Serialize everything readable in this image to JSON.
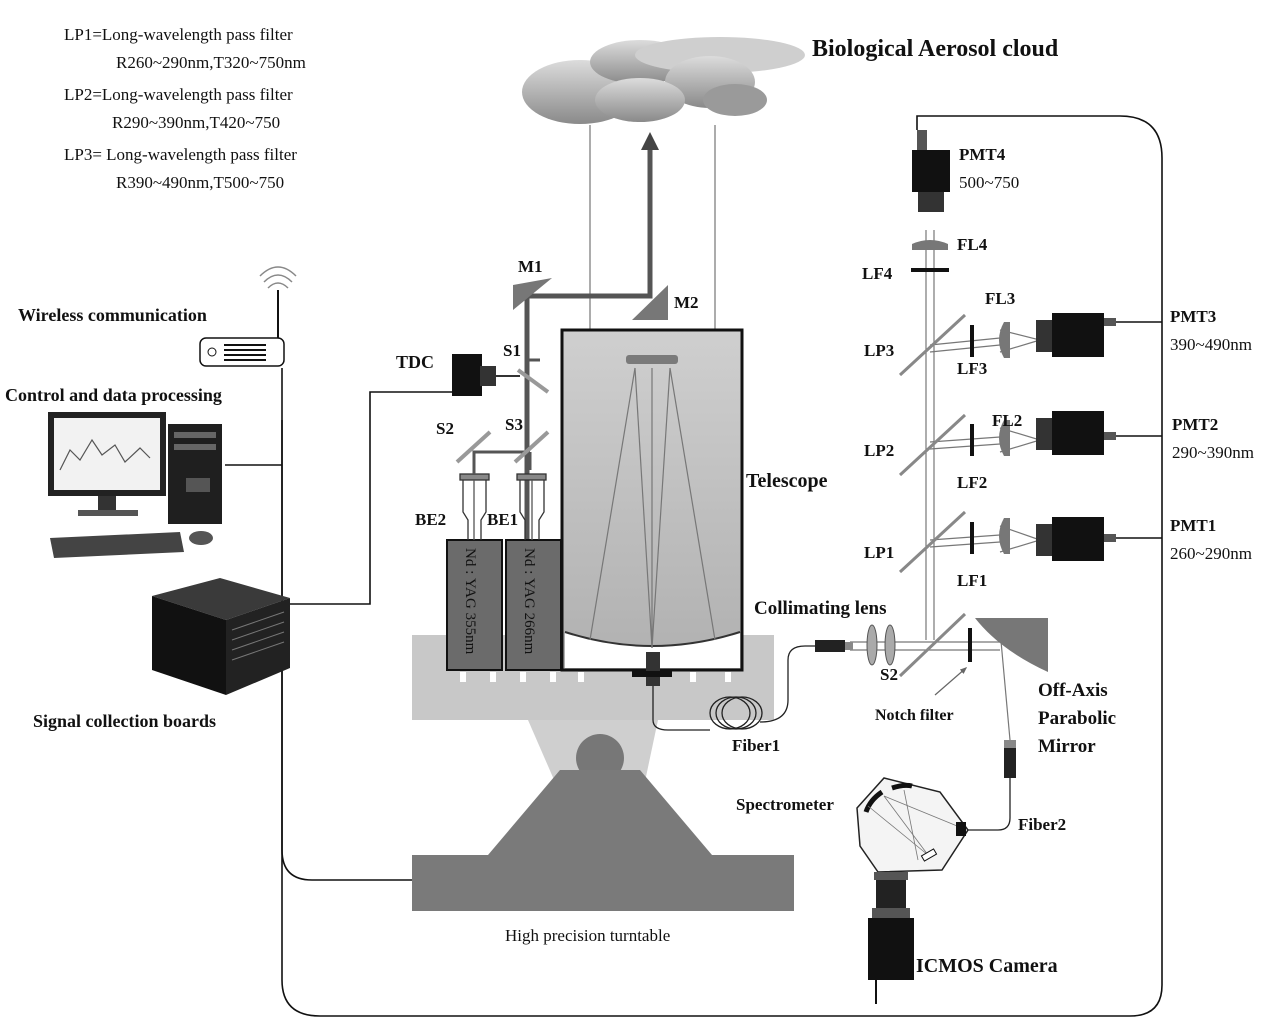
{
  "legend": {
    "lp1_title": "LP1=Long-wavelength pass filter",
    "lp1_spec": "R260~290nm,T320~750nm",
    "lp2_title": "LP2=Long-wavelength pass filter",
    "lp2_spec": "R290~390nm,T420~750",
    "lp3_title": "LP3= Long-wavelength pass filter",
    "lp3_spec": "R390~490nm,T500~750"
  },
  "labels": {
    "cloud": "Biological Aerosol cloud",
    "wireless": "Wireless communication",
    "control": "Control and data processing",
    "signal_boards": "Signal collection boards",
    "turntable": "High precision turntable",
    "telescope": "Telescope",
    "tdc": "TDC",
    "m1": "M1",
    "m2": "M2",
    "s1": "S1",
    "s2_left": "S2",
    "s3": "S3",
    "be1": "BE1",
    "be2": "BE2",
    "laser_355": "Nd : YAG 355nm",
    "laser_266": "Nd : YAG 266nm",
    "pmt4": "PMT4",
    "pmt4_range": "500~750",
    "pmt3": "PMT3",
    "pmt3_range": "390~490nm",
    "pmt2": "PMT2",
    "pmt2_range": "290~390nm",
    "pmt1": "PMT1",
    "pmt1_range": "260~290nm",
    "fl4": "FL4",
    "fl3": "FL3",
    "fl2": "FL2",
    "lf4": "LF4",
    "lf3": "LF3",
    "lf2": "LF2",
    "lf1": "LF1",
    "lp3": "LP3",
    "lp2": "LP2",
    "lp1": "LP1",
    "collimating": "Collimating lens",
    "s2_right": "S2",
    "notch": "Notch filter",
    "oap_1": "Off-Axis",
    "oap_2": "Parabolic",
    "oap_3": "Mirror",
    "fiber1": "Fiber1",
    "fiber2": "Fiber2",
    "spectrometer": "Spectrometer",
    "icmos": "ICMOS Camera"
  },
  "colors": {
    "dark": "#1a1a1a",
    "mid_gray": "#6e6e6e",
    "light_gray": "#c4c4c4",
    "telescope_fill": "#bdbdbd"
  }
}
